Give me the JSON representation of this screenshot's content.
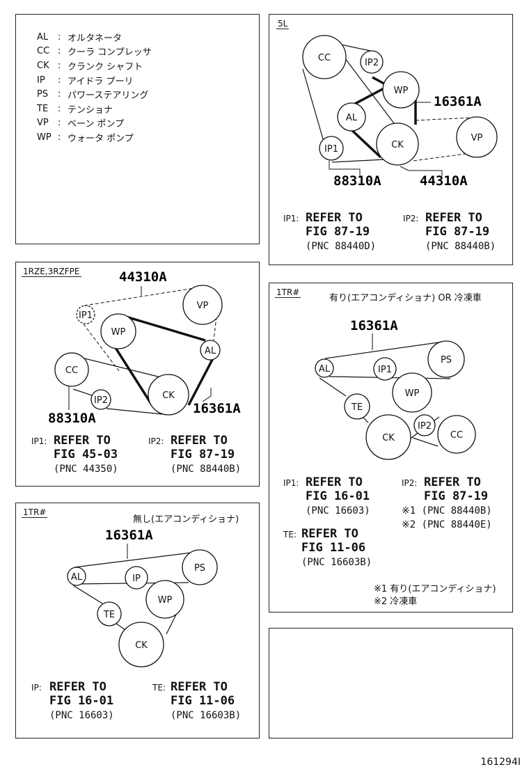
{
  "legend": [
    {
      "code": "AL",
      "name": "オルタネータ"
    },
    {
      "code": "CC",
      "name": "クーラ コンプレッサ"
    },
    {
      "code": "CK",
      "name": "クランク シャフト"
    },
    {
      "code": "IP",
      "name": "アイドラ プーリ"
    },
    {
      "code": "PS",
      "name": "パワーステアリング"
    },
    {
      "code": "TE",
      "name": "テンショナ"
    },
    {
      "code": "VP",
      "name": "ベーン ポンプ"
    },
    {
      "code": "WP",
      "name": "ウォータ ポンプ"
    }
  ],
  "panel_5l": {
    "tag": "5L",
    "parts": {
      "p1": "16361A",
      "p2": "88310A",
      "p3": "44310A"
    },
    "pulleys": {
      "cc": "CC",
      "ip2": "IP2",
      "wp": "WP",
      "al": "AL",
      "ck": "CK",
      "ip1": "IP1",
      "vp": "VP"
    },
    "refs": [
      {
        "tag": "IP1:",
        "l1": "REFER TO",
        "l2": "FIG 87-19",
        "l3": "(PNC 88440D)"
      },
      {
        "tag": "IP2:",
        "l1": "REFER TO",
        "l2": "FIG 87-19",
        "l3": "(PNC 88440B)"
      }
    ]
  },
  "panel_1rze": {
    "tag": "1RZE,3RZFPE",
    "parts": {
      "p1": "44310A",
      "p2": "88310A",
      "p3": "16361A"
    },
    "pulleys": {
      "ip1": "IP1",
      "vp": "VP",
      "wp": "WP",
      "al": "AL",
      "cc": "CC",
      "ip2": "IP2",
      "ck": "CK"
    },
    "refs": [
      {
        "tag": "IP1:",
        "l1": "REFER TO",
        "l2": "FIG 45-03",
        "l3": "(PNC 44350)"
      },
      {
        "tag": "IP2:",
        "l1": "REFER TO",
        "l2": "FIG 87-19",
        "l3": "(PNC 88440B)"
      }
    ]
  },
  "panel_1tr_ac": {
    "tag": "1TR#",
    "note": "有り(エアコンディショナ) OR 冷凍車",
    "parts": {
      "p1": "16361A"
    },
    "pulleys": {
      "al": "AL",
      "ip1": "IP1",
      "ps": "PS",
      "wp": "WP",
      "te": "TE",
      "ip2": "IP2",
      "ck": "CK",
      "cc": "CC"
    },
    "refs": [
      {
        "tag": "IP1:",
        "l1": "REFER TO",
        "l2": "FIG 16-01",
        "l3": "(PNC 16603)"
      },
      {
        "tag": "IP2:",
        "l1": "REFER TO",
        "l2": "FIG 87-19",
        "l3a": "※1 (PNC 88440B)",
        "l3b": "※2 (PNC 88440E)"
      },
      {
        "tag": "TE:",
        "l1": "REFER TO",
        "l2": "FIG 11-06",
        "l3": "(PNC 16603B)"
      }
    ],
    "footnotes": [
      "※1 有り(エアコンディショナ)",
      "※2 冷凍車"
    ]
  },
  "panel_1tr_noac": {
    "tag": "1TR#",
    "note": "無し(エアコンディショナ)",
    "parts": {
      "p1": "16361A"
    },
    "pulleys": {
      "al": "AL",
      "ip": "IP",
      "ps": "PS",
      "wp": "WP",
      "te": "TE",
      "ck": "CK"
    },
    "refs": [
      {
        "tag": "IP:",
        "l1": "REFER TO",
        "l2": "FIG 16-01",
        "l3": "(PNC 16603)"
      },
      {
        "tag": "TE:",
        "l1": "REFER TO",
        "l2": "FIG 11-06",
        "l3": "(PNC 16603B)"
      }
    ]
  },
  "footer_id": "161294I"
}
